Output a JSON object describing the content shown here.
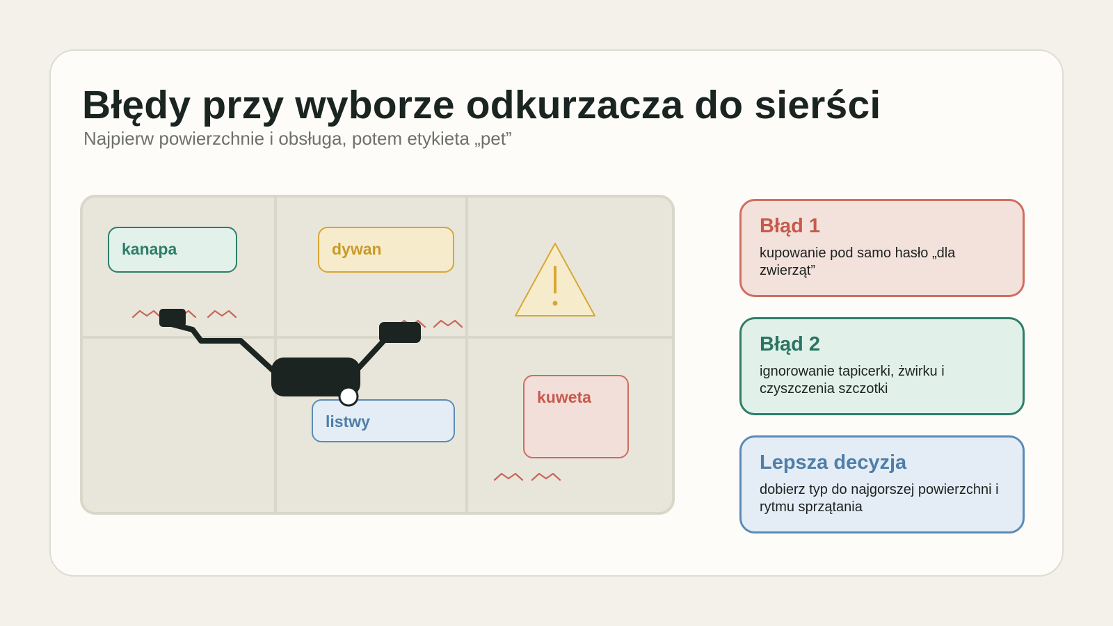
{
  "header": {
    "title": "Błędy przy wyborze odkurzacza do sierści",
    "subtitle": "Najpierw powierzchnie i obsługa, potem etykieta „pet”"
  },
  "scene": {
    "labels": {
      "kanapa": "kanapa",
      "dywan": "dywan",
      "listwy": "listwy",
      "kuweta": "kuweta"
    },
    "icons": [
      "warning-icon",
      "vacuum-icon",
      "pet-hair-icon"
    ]
  },
  "callouts": [
    {
      "title": "Błąd 1",
      "text": "kupowanie pod samo hasło „dla zwierząt”"
    },
    {
      "title": "Błąd 2",
      "text": "ignorowanie tapicerki, żwirku i czyszczenia szczotki"
    },
    {
      "title": "Lepsza decyzja",
      "text": "dobierz typ do najgorszej powierzchni i rytmu sprzątania"
    }
  ],
  "colors": {
    "background": "#f3f1ea",
    "card": "#fdfcf8",
    "title": "#1a2421",
    "green": "#2e7d69",
    "yellow": "#d8a634",
    "blue": "#5b8bb4",
    "red": "#cf6b5f",
    "dark": "#1b2420"
  }
}
